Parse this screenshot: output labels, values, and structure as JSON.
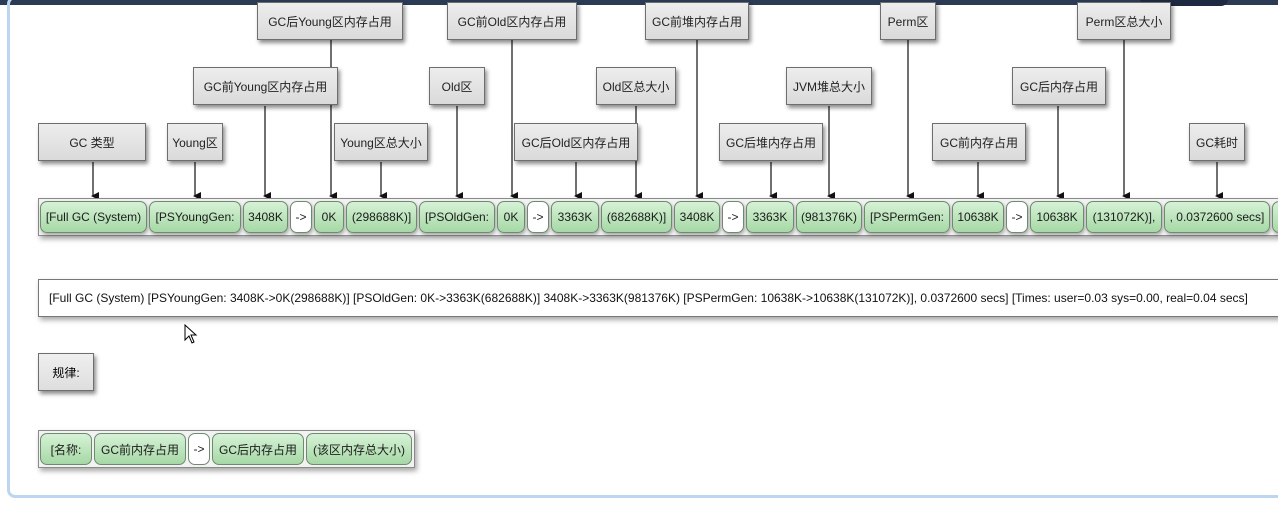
{
  "labels": {
    "gc_type": "GC 类型",
    "young": "Young区",
    "young_before": "GC前Young区内存占用",
    "young_after": "GC后Young区内存占用",
    "young_total": "Young区总大小",
    "old": "Old区",
    "old_before": "GC前Old区内存占用",
    "old_after": "GC后Old区内存占用",
    "old_total": "Old区总大小",
    "heap_before": "GC前堆内存占用",
    "heap_after": "GC后堆内存占用",
    "jvm_heap_total": "JVM堆总大小",
    "perm": "Perm区",
    "mem_before": "GC前内存占用",
    "mem_after": "GC后内存占用",
    "perm_total": "Perm区总大小",
    "gc_time": "GC耗时"
  },
  "tokens": {
    "t1": "[Full GC (System)",
    "t2": "[PSYoungGen:",
    "t3": "3408K",
    "t4": "->",
    "t5": "0K",
    "t6": "(298688K)]",
    "t7": "[PSOldGen:",
    "t8": "0K",
    "t9": "->",
    "t10": "3363K",
    "t11": "(682688K)]",
    "t12": "3408K",
    "t13": "->",
    "t14": "3363K",
    "t15": "(981376K)",
    "t16": "[PSPermGen:",
    "t17": "10638K",
    "t18": "->",
    "t19": "10638K",
    "t20": "(131072K)],",
    "t21": ", 0.0372600 secs]"
  },
  "full_line": "[Full GC (System) [PSYoungGen: 3408K->0K(298688K)] [PSOldGen: 0K->3363K(682688K)] 3408K->3363K(981376K) [PSPermGen: 10638K->10638K(131072K)], 0.0372600 secs] [Times: user=0.03 sys=0.00, real=0.04 secs]",
  "rule": {
    "label": "规律:",
    "name": "[名称:",
    "before": "GC前内存占用",
    "arrow": "->",
    "after": "GC后内存占用",
    "total": "(该区内存总大小)"
  }
}
